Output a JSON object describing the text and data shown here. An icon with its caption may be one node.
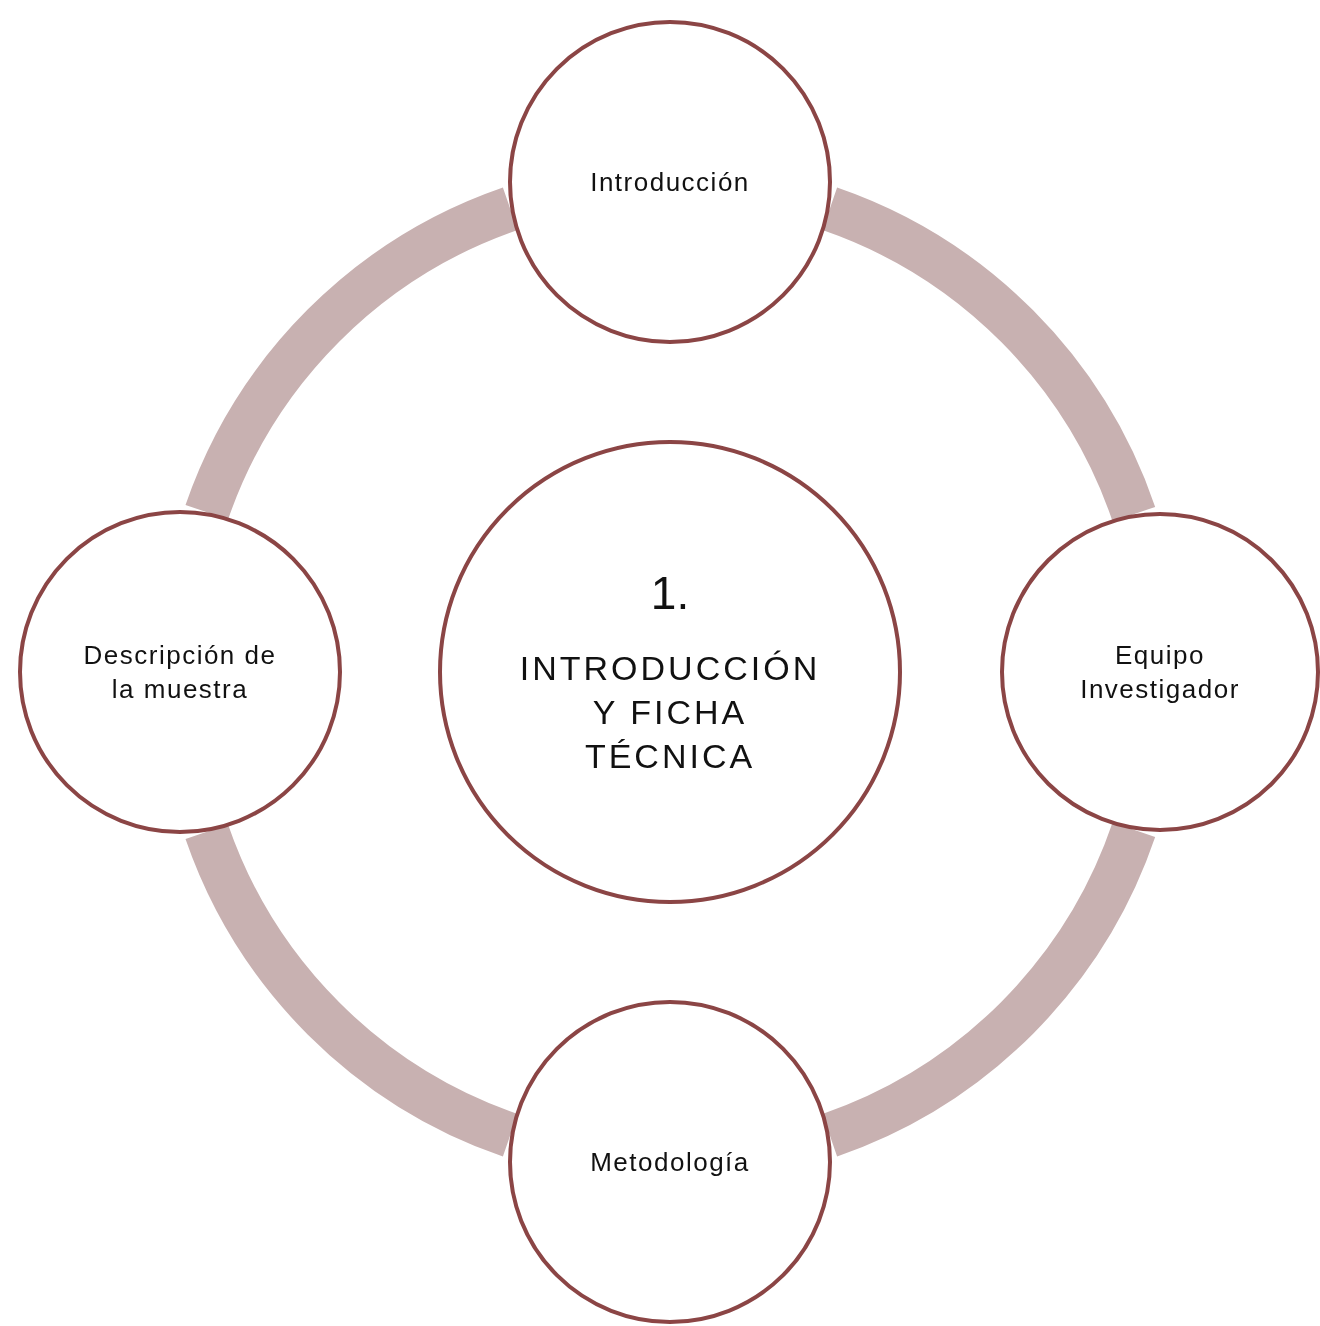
{
  "diagram": {
    "nodes": [
      {
        "text": [
          "1.",
          "INTRODUCCIÓN Y FICHA TÉCNICA"
        ]
      },
      {
        "text": [
          "Introducción"
        ]
      },
      {
        "text": [
          "Equipo Investigador"
        ]
      },
      {
        "text": [
          "Metodología"
        ]
      },
      {
        "text": [
          "Descripción de la muestra"
        ]
      }
    ],
    "edges": [
      {
        "from": 1,
        "to": 2,
        "arrow": "none"
      },
      {
        "from": 2,
        "to": 3,
        "arrow": "none"
      },
      {
        "from": 3,
        "to": 4,
        "arrow": "none"
      },
      {
        "from": 4,
        "to": 1,
        "arrow": "none"
      }
    ]
  }
}
